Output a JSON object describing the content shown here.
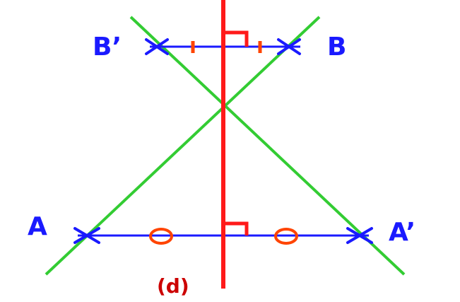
{
  "labels": {
    "B_prime": "B’",
    "B": "B",
    "A": "A",
    "A_prime": "A’",
    "axis": "(d)"
  },
  "colors": {
    "axis_line": "#ff1a1a",
    "segments": "#1a1aff",
    "green_lines": "#33cc33",
    "tick_marks": "#ff4400",
    "point_labels": "#1a1aff",
    "axis_label": "#cc0000"
  }
}
